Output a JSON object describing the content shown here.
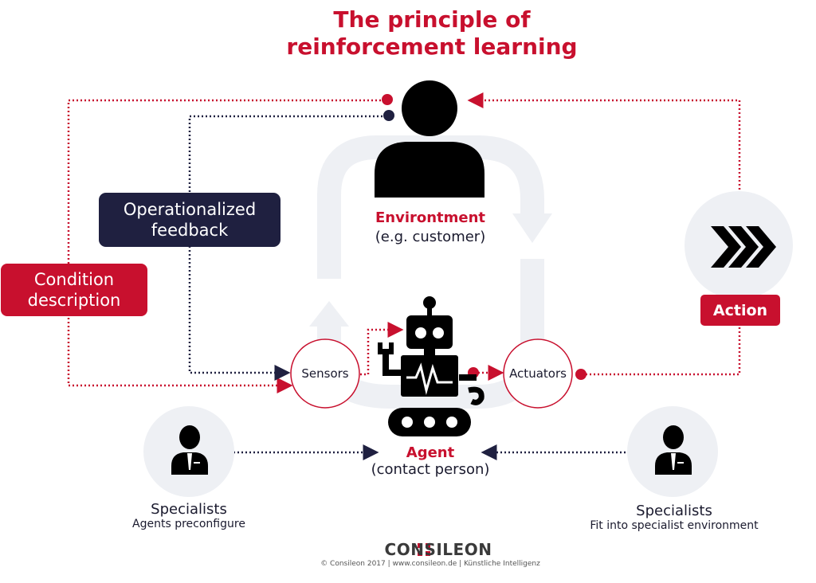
{
  "title_line1": "The principle of",
  "title_line2": "reinforcement learning",
  "environment": {
    "name": "Environtment",
    "subtitle": "(e.g. customer)"
  },
  "agent": {
    "name": "Agent",
    "subtitle": "(contact person)"
  },
  "boxes": {
    "operationalized_feedback": "Operationalized feedback",
    "condition_description": "Condition description",
    "action": "Action"
  },
  "circles": {
    "sensors": "Sensors",
    "actuators": "Actuators"
  },
  "specialists_left": {
    "name": "Specialists",
    "subtitle": "Agents preconfigure"
  },
  "specialists_right": {
    "name": "Specialists",
    "subtitle": "Fit into specialist environment"
  },
  "footer": {
    "brand": "CONSILEON",
    "text": "© Consileon 2017 | www.consileon.de | Künstliche Intelligenz"
  },
  "colors": {
    "accent": "#c8102e",
    "navy": "#1f2040",
    "loop_gray": "#eef0f4"
  },
  "icons": [
    "person-icon",
    "robot-icon",
    "chevrons-icon",
    "specialist-icon",
    "specialist-icon"
  ]
}
